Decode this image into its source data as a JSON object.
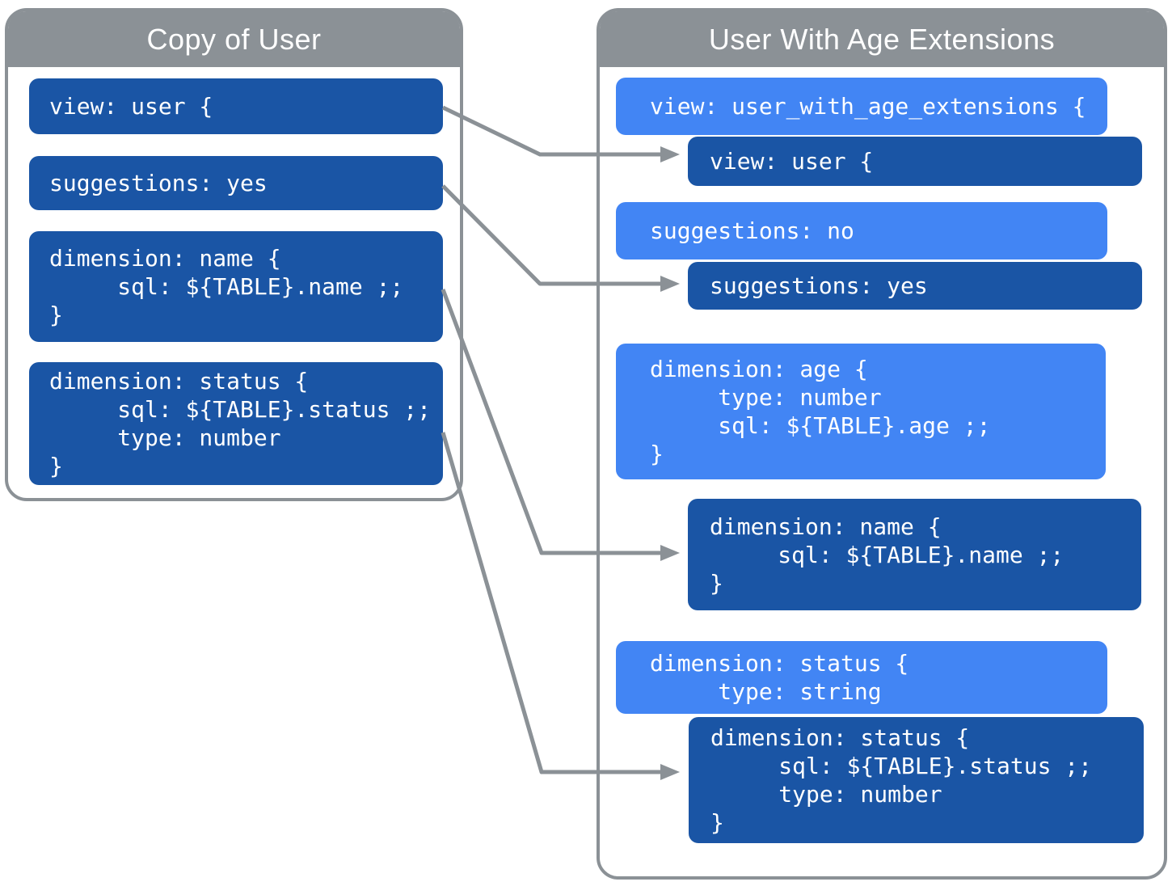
{
  "colors": {
    "panel_border_gray": "#8b9196",
    "header_gray": "#8b9196",
    "dark_blue": "#1a55a5",
    "light_blue": "#4285f4",
    "arrow_gray": "#8b9196",
    "text_white": "#ffffff",
    "background": "#ffffff"
  },
  "left": {
    "title": "Copy of User",
    "blocks": [
      {
        "code": "view: user {"
      },
      {
        "code": "suggestions: yes"
      },
      {
        "code": "dimension: name {\n     sql: ${TABLE}.name ;;\n}"
      },
      {
        "code": "dimension: status {\n     sql: ${TABLE}.status ;;\n     type: number\n}"
      }
    ]
  },
  "right": {
    "title": "User With Age Extensions",
    "blocks": [
      {
        "code": "view: user_with_age_extensions {",
        "variant": "extension"
      },
      {
        "code": "view: user {",
        "variant": "inherited"
      },
      {
        "code": "suggestions: no",
        "variant": "extension"
      },
      {
        "code": "suggestions: yes",
        "variant": "inherited"
      },
      {
        "code": "dimension: age {\n     type: number\n     sql: ${TABLE}.age ;;\n}",
        "variant": "extension"
      },
      {
        "code": "dimension: name {\n     sql: ${TABLE}.name ;;\n}",
        "variant": "inherited"
      },
      {
        "code": "dimension: status {\n     type: string",
        "variant": "extension"
      },
      {
        "code": "dimension: status {\n     sql: ${TABLE}.status ;;\n     type: number\n}",
        "variant": "inherited"
      }
    ]
  },
  "connections": [
    {
      "from": "view: user { (left)",
      "to": "view: user { (inherited, right)"
    },
    {
      "from": "suggestions: yes (left)",
      "to": "suggestions: yes (inherited, right)"
    },
    {
      "from": "dimension: name (left)",
      "to": "dimension: name (inherited, right)"
    },
    {
      "from": "dimension: status (left)",
      "to": "dimension: status (inherited, right)"
    }
  ]
}
